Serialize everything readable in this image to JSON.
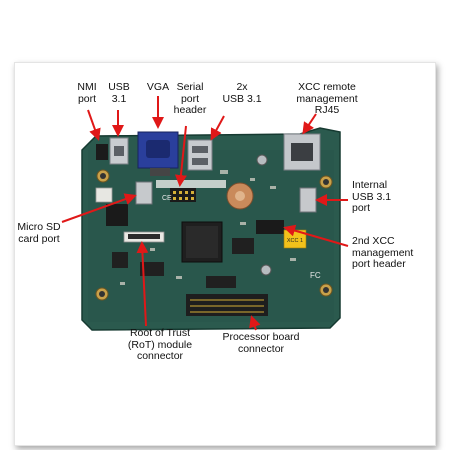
{
  "callouts": {
    "nmi_port": "NMI\nport",
    "usb31": "USB\n3.1",
    "vga": "VGA",
    "serial_port_header": "Serial\nport\nheader",
    "dual_usb31": "2x\nUSB 3.1",
    "xcc_rj45": "XCC remote\nmanagement\nRJ45",
    "internal_usb31": "Internal\nUSB 3.1\nport",
    "micro_sd": "Micro SD\ncard port",
    "second_xcc_header": "2nd XCC\nmanagement\nport header",
    "rot_connector": "Root of Trust\n(RoT) module\nconnector",
    "processor_connector": "Processor board\nconnector"
  },
  "board_marks": {
    "sticker": "XCC 1",
    "fcc": "FC",
    "ce": "CE"
  },
  "colors": {
    "pcb": "#2b5a4e",
    "pcb_dark": "#1d4238",
    "arrow": "#e01818",
    "vga_blue": "#2a3f9c",
    "sticker": "#f2c21b"
  }
}
